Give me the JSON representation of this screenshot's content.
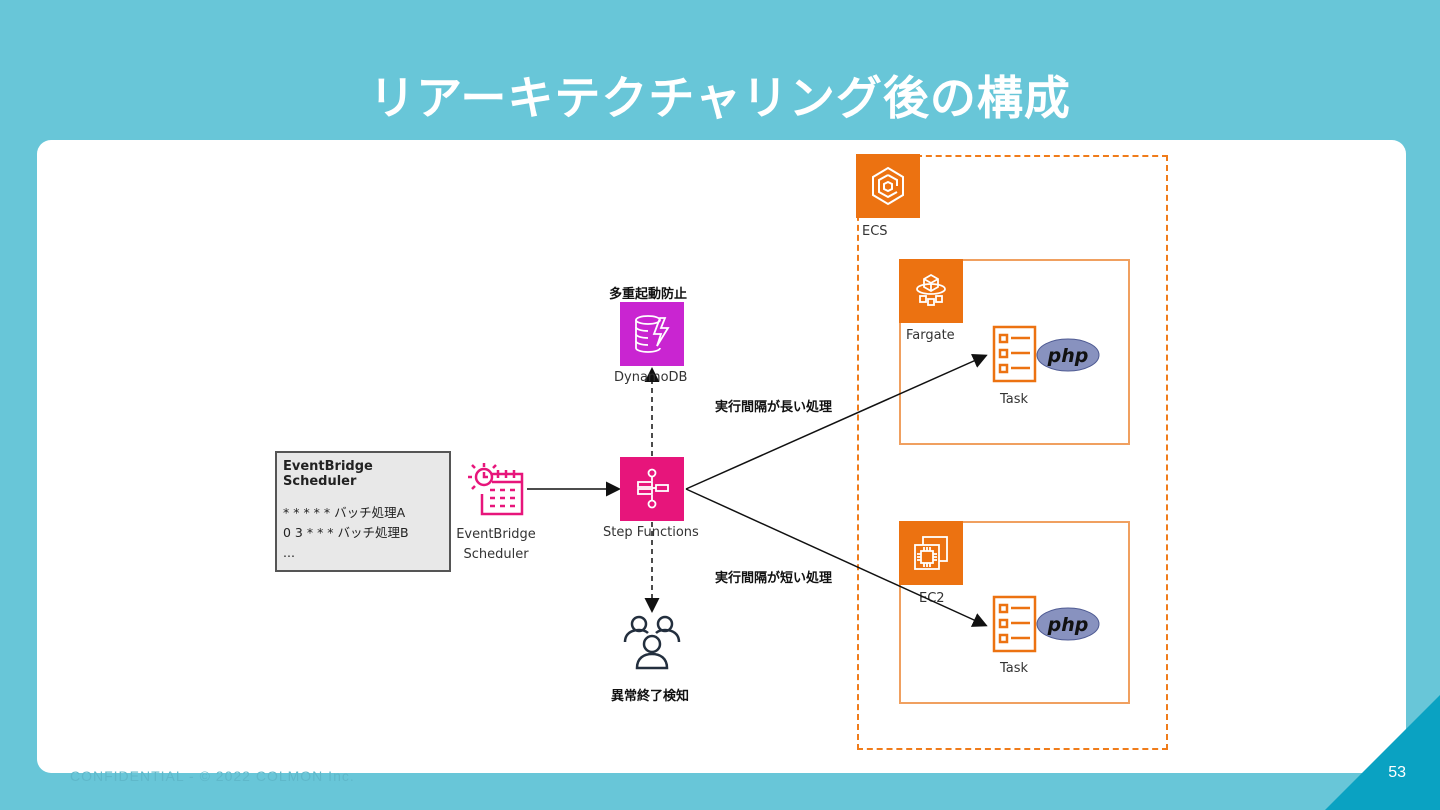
{
  "slide": {
    "title": "リアーキテクチャリング後の構成",
    "footer": "CONFIDENTIAL - © 2022 COLMON Inc.",
    "page_number": "53"
  },
  "colors": {
    "background": "#68c6d8",
    "corner_accent": "#0aa2c2",
    "aws_orange": "#ec7211",
    "dynamodb_purple": "#c925d1",
    "stepfunctions_pink": "#e7157b",
    "eventbridge_pink": "#e7157b"
  },
  "diagram": {
    "scheduler_box": {
      "title": "EventBridge Scheduler",
      "lines": [
        "* * * * * バッチ処理A",
        "0 3 * * * バッチ処理B",
        "..."
      ]
    },
    "eventbridge": {
      "icon": "eventbridge-scheduler-icon",
      "label_line1": "EventBridge",
      "label_line2": "Scheduler"
    },
    "step_functions": {
      "icon": "step-functions-icon",
      "label": "Step Functions"
    },
    "dynamodb": {
      "icon": "dynamodb-icon",
      "label": "DynamoDB",
      "caption": "多重起動防止"
    },
    "users": {
      "icon": "users-icon",
      "caption": "異常終了検知"
    },
    "edge_labels": {
      "long_interval": "実行間隔が長い処理",
      "short_interval": "実行間隔が短い処理"
    },
    "ecs": {
      "icon": "ecs-icon",
      "label": "ECS",
      "fargate": {
        "icon": "fargate-icon",
        "label": "Fargate",
        "task_label": "Task",
        "badge": "php"
      },
      "ec2": {
        "icon": "ec2-icon",
        "label": "EC2",
        "task_label": "Task",
        "badge": "php"
      }
    }
  }
}
